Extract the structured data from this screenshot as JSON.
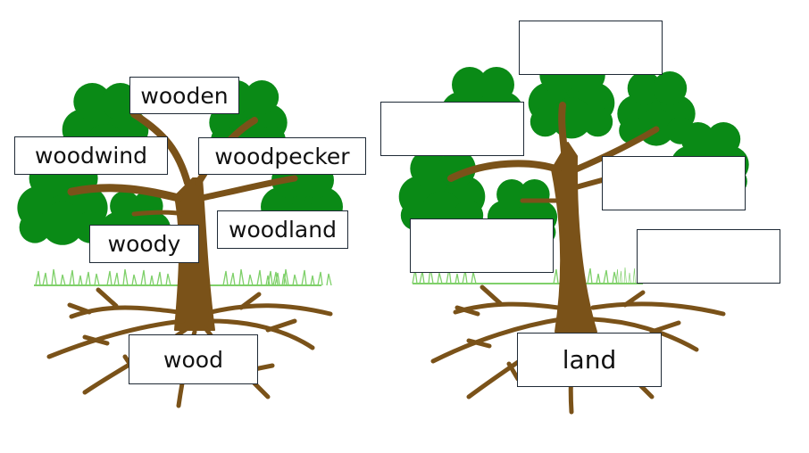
{
  "colors": {
    "leaf": "#0a8a16",
    "trunk": "#7a5219",
    "grass": "#7fd06a",
    "box_border": "#1f2a36"
  },
  "left_tree": {
    "root_word": "wood",
    "branch_words": [
      "wooden",
      "woodwind",
      "woodpecker",
      "woody",
      "woodland"
    ]
  },
  "right_tree": {
    "root_word": "land",
    "branch_words": [
      "",
      "",
      "",
      "",
      ""
    ]
  }
}
